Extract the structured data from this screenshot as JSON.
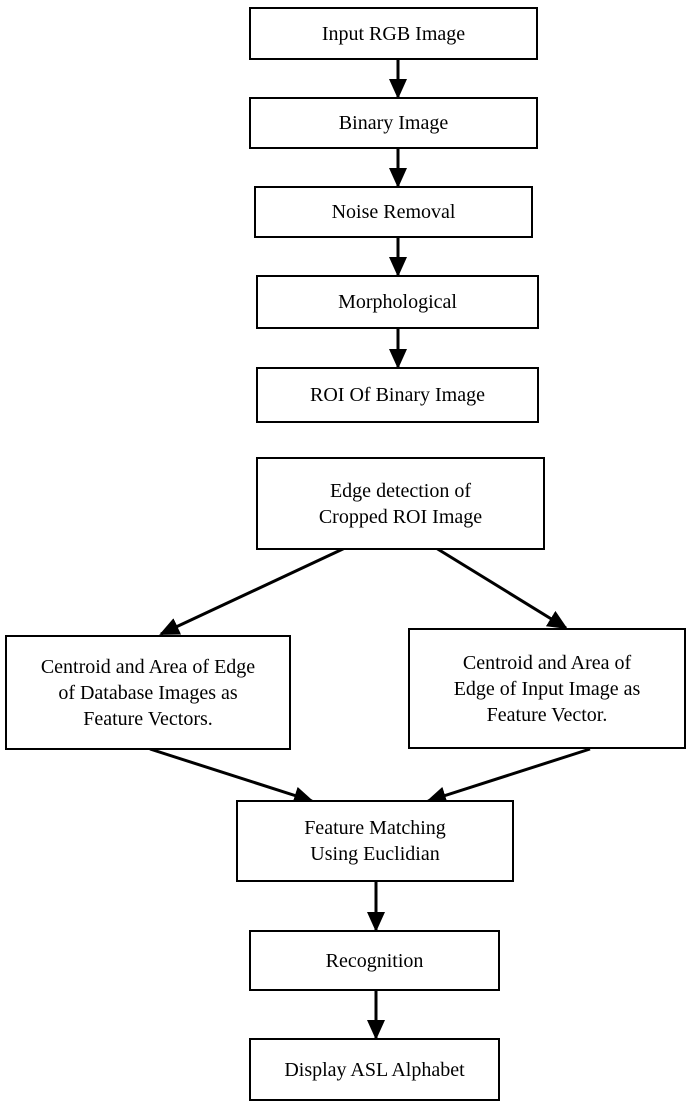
{
  "nodes": {
    "input_rgb": {
      "lines": [
        "Input RGB Image"
      ]
    },
    "binary": {
      "lines": [
        "Binary Image"
      ]
    },
    "noise": {
      "lines": [
        "Noise Removal"
      ]
    },
    "morph": {
      "lines": [
        "Morphological"
      ]
    },
    "roi": {
      "lines": [
        "ROI Of Binary Image"
      ]
    },
    "edge": {
      "lines": [
        "Edge detection of",
        "Cropped ROI Image"
      ]
    },
    "centroid_db": {
      "lines": [
        "Centroid and Area of Edge",
        "of Database Images as",
        "Feature Vectors."
      ]
    },
    "centroid_input": {
      "lines": [
        "Centroid and Area of",
        "Edge of Input Image as",
        "Feature Vector."
      ]
    },
    "matching": {
      "lines": [
        "Feature Matching",
        "Using Euclidian"
      ]
    },
    "recognition": {
      "lines": [
        "Recognition"
      ]
    },
    "display": {
      "lines": [
        "Display ASL Alphabet"
      ]
    }
  },
  "edges": [
    [
      "input_rgb",
      "binary"
    ],
    [
      "binary",
      "noise"
    ],
    [
      "noise",
      "morph"
    ],
    [
      "morph",
      "roi"
    ],
    [
      "edge",
      "centroid_db"
    ],
    [
      "edge",
      "centroid_input"
    ],
    [
      "centroid_db",
      "matching"
    ],
    [
      "centroid_input",
      "matching"
    ],
    [
      "matching",
      "recognition"
    ],
    [
      "recognition",
      "display"
    ]
  ]
}
